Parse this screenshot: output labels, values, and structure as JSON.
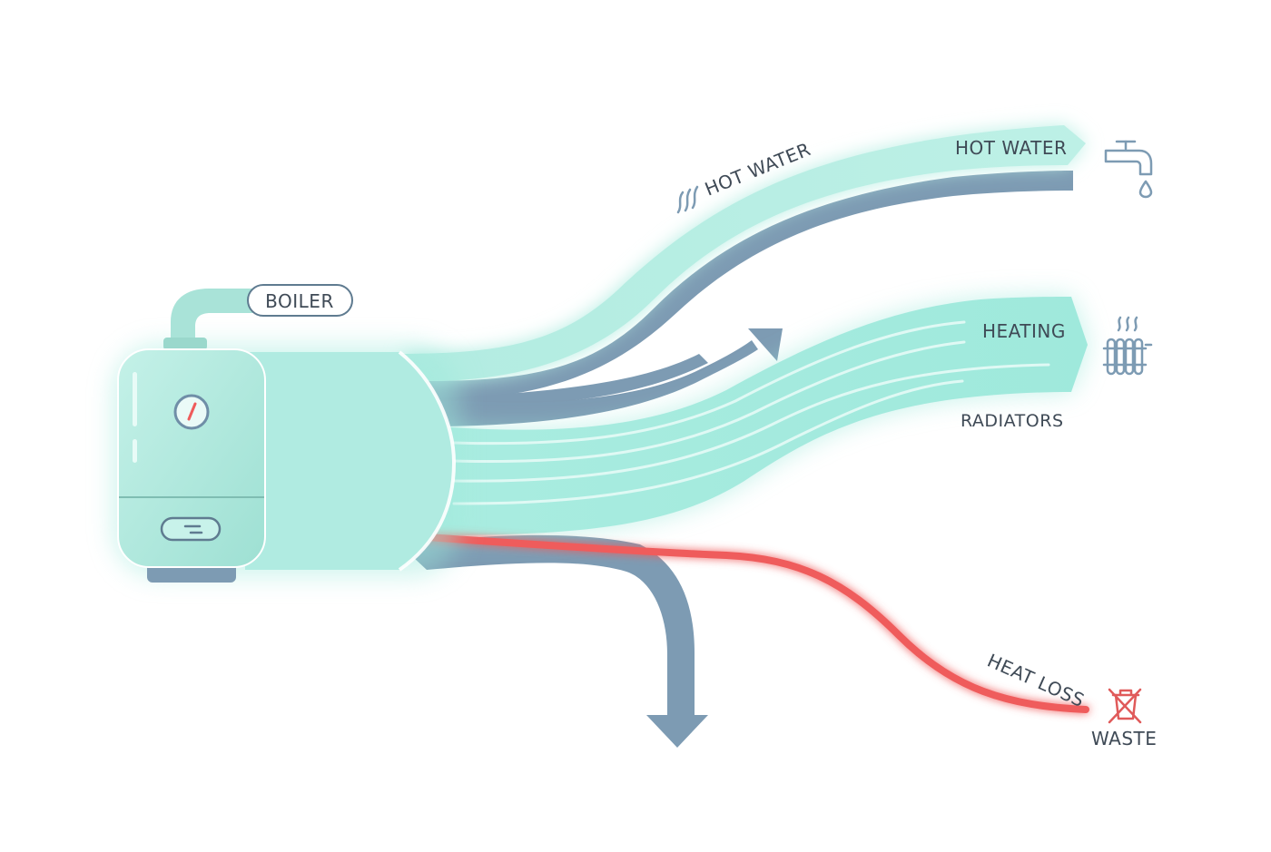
{
  "labels": {
    "boiler": "BOILER",
    "hot_water_curve": "HOT WATER",
    "hot_water_end": "HOT WATER",
    "heating": "HEATING",
    "radiators": "RADIATORS",
    "heat_loss": "HEAT LOSS",
    "waste": "WASTE"
  },
  "icons": {
    "heat_waves": "heat-waves-icon",
    "tap": "tap-icon",
    "radiator": "radiator-icon",
    "waste_bin": "crossed-bin-icon",
    "gauge": "pressure-gauge-icon"
  },
  "colors": {
    "mint": "#a9e8dc",
    "mint_light": "#c2f0e6",
    "mint_glow": "#7fe3d4",
    "steel": "#7d9bb3",
    "steel_dark": "#6f8ea7",
    "heat_loss_red": "#ef5b5b",
    "label_text": "#3f4a56"
  }
}
